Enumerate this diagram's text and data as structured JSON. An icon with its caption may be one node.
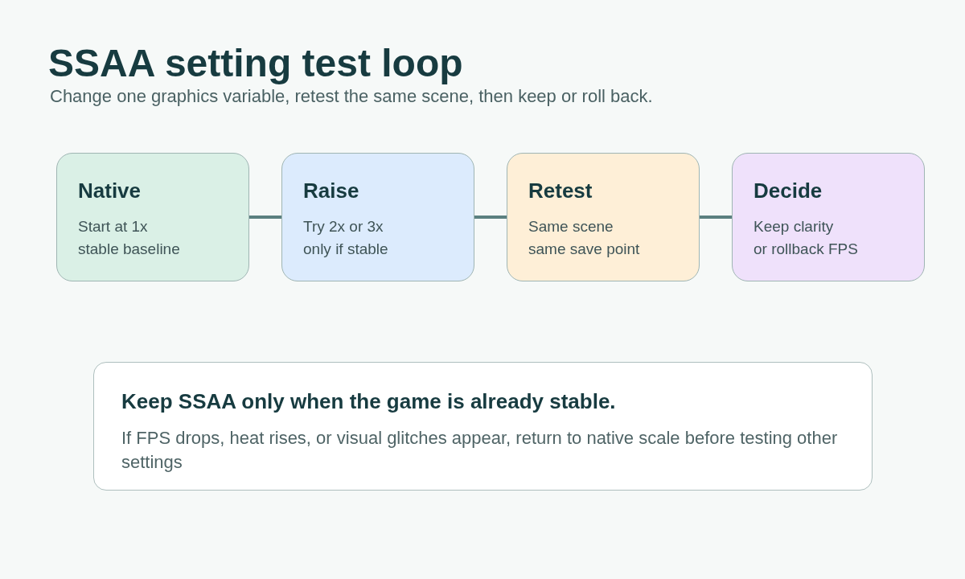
{
  "diagram": {
    "title": "SSAA setting test loop",
    "nodes": [
      {
        "text": [
          "Native",
          "Start at 1x stable baseline"
        ]
      },
      {
        "text": [
          "Raise",
          "Try 2x or 3x only if stable"
        ]
      },
      {
        "text": [
          "Retest",
          "Same scene same save point"
        ]
      },
      {
        "text": [
          "Decide",
          "Keep clarity or rollback FPS"
        ]
      },
      {
        "text": [
          "Keep SSAA only when the game is already stable.",
          "If FPS drops, heat rises, or visual glitches appear, return to native scale before testing other settings"
        ]
      }
    ],
    "edges": [
      {
        "from": 0,
        "to": 1,
        "arrow": "none"
      },
      {
        "from": 1,
        "to": 2,
        "arrow": "none"
      },
      {
        "from": 2,
        "to": 3,
        "arrow": "none"
      }
    ],
    "labels": [
      "Change one graphics variable, retest the same scene, then keep or roll back."
    ]
  }
}
